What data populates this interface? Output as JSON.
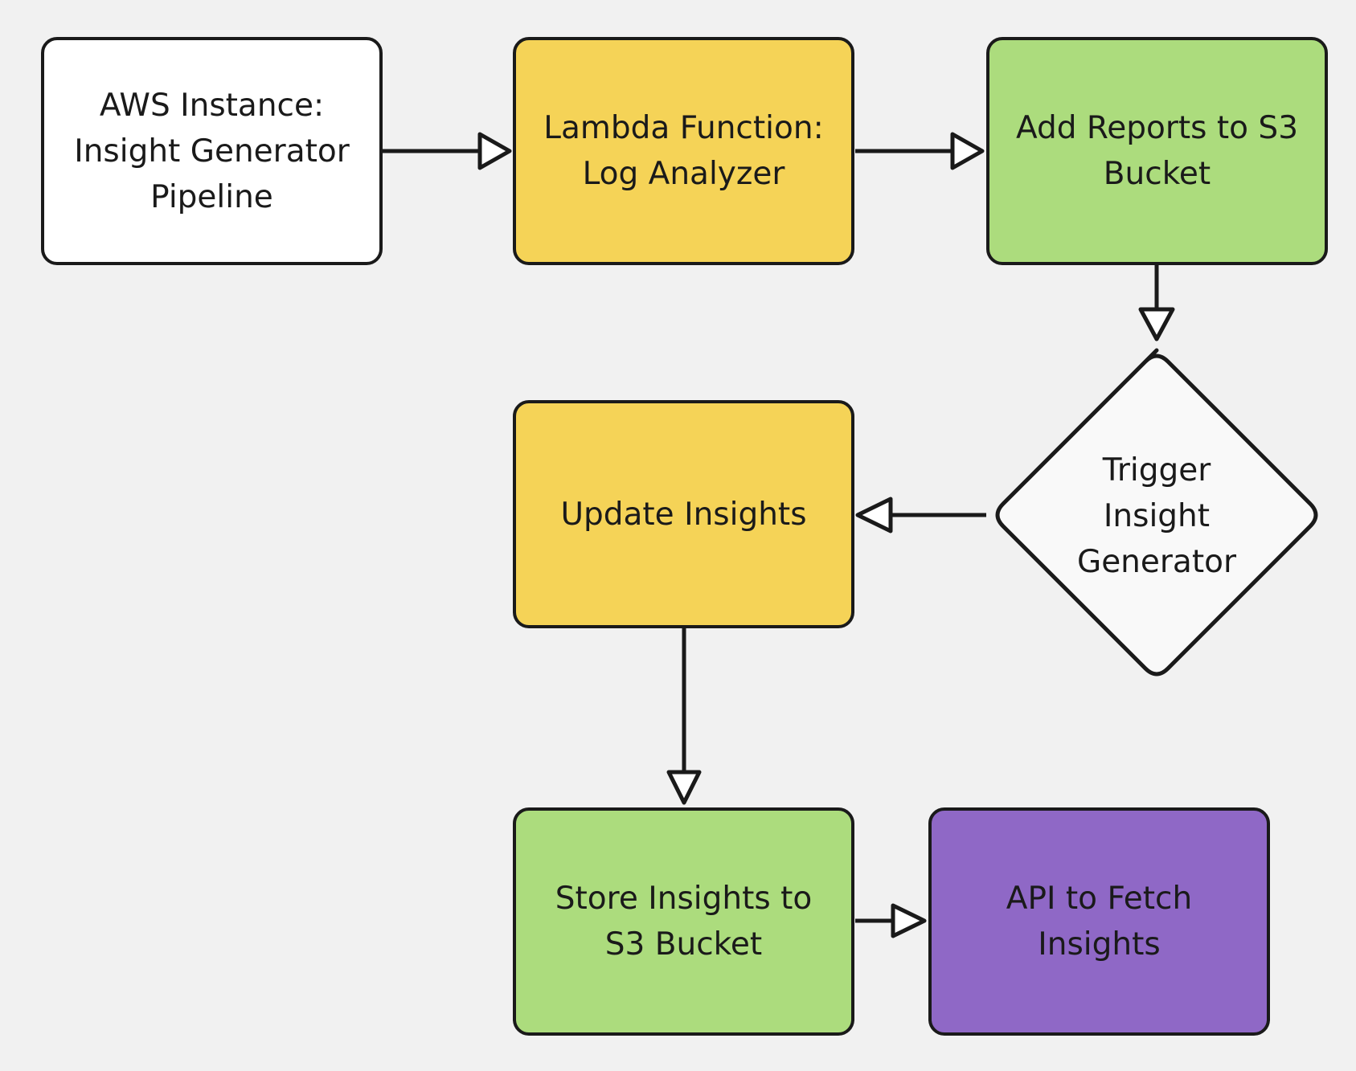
{
  "diagram": {
    "nodes": [
      {
        "id": "aws-instance",
        "label": "AWS Instance:\nInsight Generator\nPipeline",
        "fill": "#ffffff"
      },
      {
        "id": "lambda-function",
        "label": "Lambda Function:\nLog Analyzer",
        "fill": "#f5d357"
      },
      {
        "id": "add-reports",
        "label": "Add Reports to S3\nBucket",
        "fill": "#acdc7d"
      },
      {
        "id": "trigger-insight",
        "label": "Trigger\nInsight\nGenerator",
        "fill": "#f9f9f9",
        "shape": "diamond"
      },
      {
        "id": "update-insights",
        "label": "Update Insights",
        "fill": "#f5d357"
      },
      {
        "id": "store-insights",
        "label": "Store Insights to\nS3 Bucket",
        "fill": "#acdc7d"
      },
      {
        "id": "api-fetch",
        "label": "API to Fetch\nInsights",
        "fill": "#8f68c6"
      }
    ],
    "edges": [
      {
        "from": "aws-instance",
        "to": "lambda-function"
      },
      {
        "from": "lambda-function",
        "to": "add-reports"
      },
      {
        "from": "add-reports",
        "to": "trigger-insight"
      },
      {
        "from": "trigger-insight",
        "to": "update-insights"
      },
      {
        "from": "update-insights",
        "to": "store-insights"
      },
      {
        "from": "store-insights",
        "to": "api-fetch"
      }
    ],
    "colors": {
      "background": "#f1f1f1",
      "stroke": "#1a1a1a",
      "white": "#ffffff",
      "yellow": "#f5d357",
      "green": "#acdc7d",
      "purple": "#8f68c6",
      "diamond": "#f9f9f9"
    }
  }
}
